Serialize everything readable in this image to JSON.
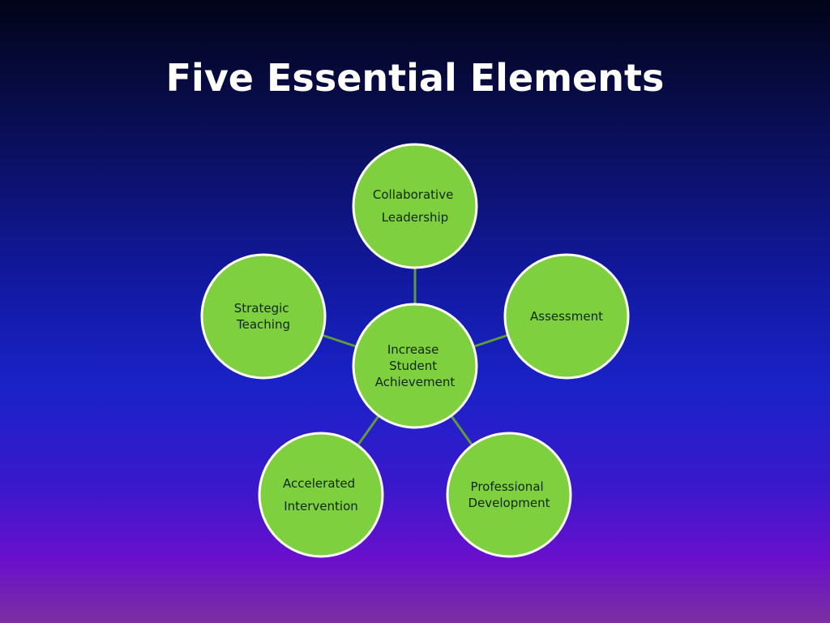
{
  "slide": {
    "title": "Five Essential Elements"
  },
  "diagram": {
    "center": {
      "lines": [
        "Increase",
        "Student",
        "Achievement"
      ]
    },
    "nodes": [
      {
        "id": "collaborative-leadership",
        "lines": [
          "Collaborative",
          "Leadership"
        ]
      },
      {
        "id": "assessment",
        "lines": [
          "Assessment"
        ]
      },
      {
        "id": "professional-development",
        "lines": [
          "Professional",
          "Development"
        ]
      },
      {
        "id": "accelerated-intervention",
        "lines": [
          "Accelerated",
          "Intervention"
        ]
      },
      {
        "id": "strategic-teaching",
        "lines": [
          "Strategic",
          "Teaching"
        ]
      }
    ]
  },
  "colors": {
    "node_fill": "#7ed03f",
    "node_border": "#ffffff",
    "connector": "#5f9a3c",
    "title_text": "#ffffff"
  }
}
